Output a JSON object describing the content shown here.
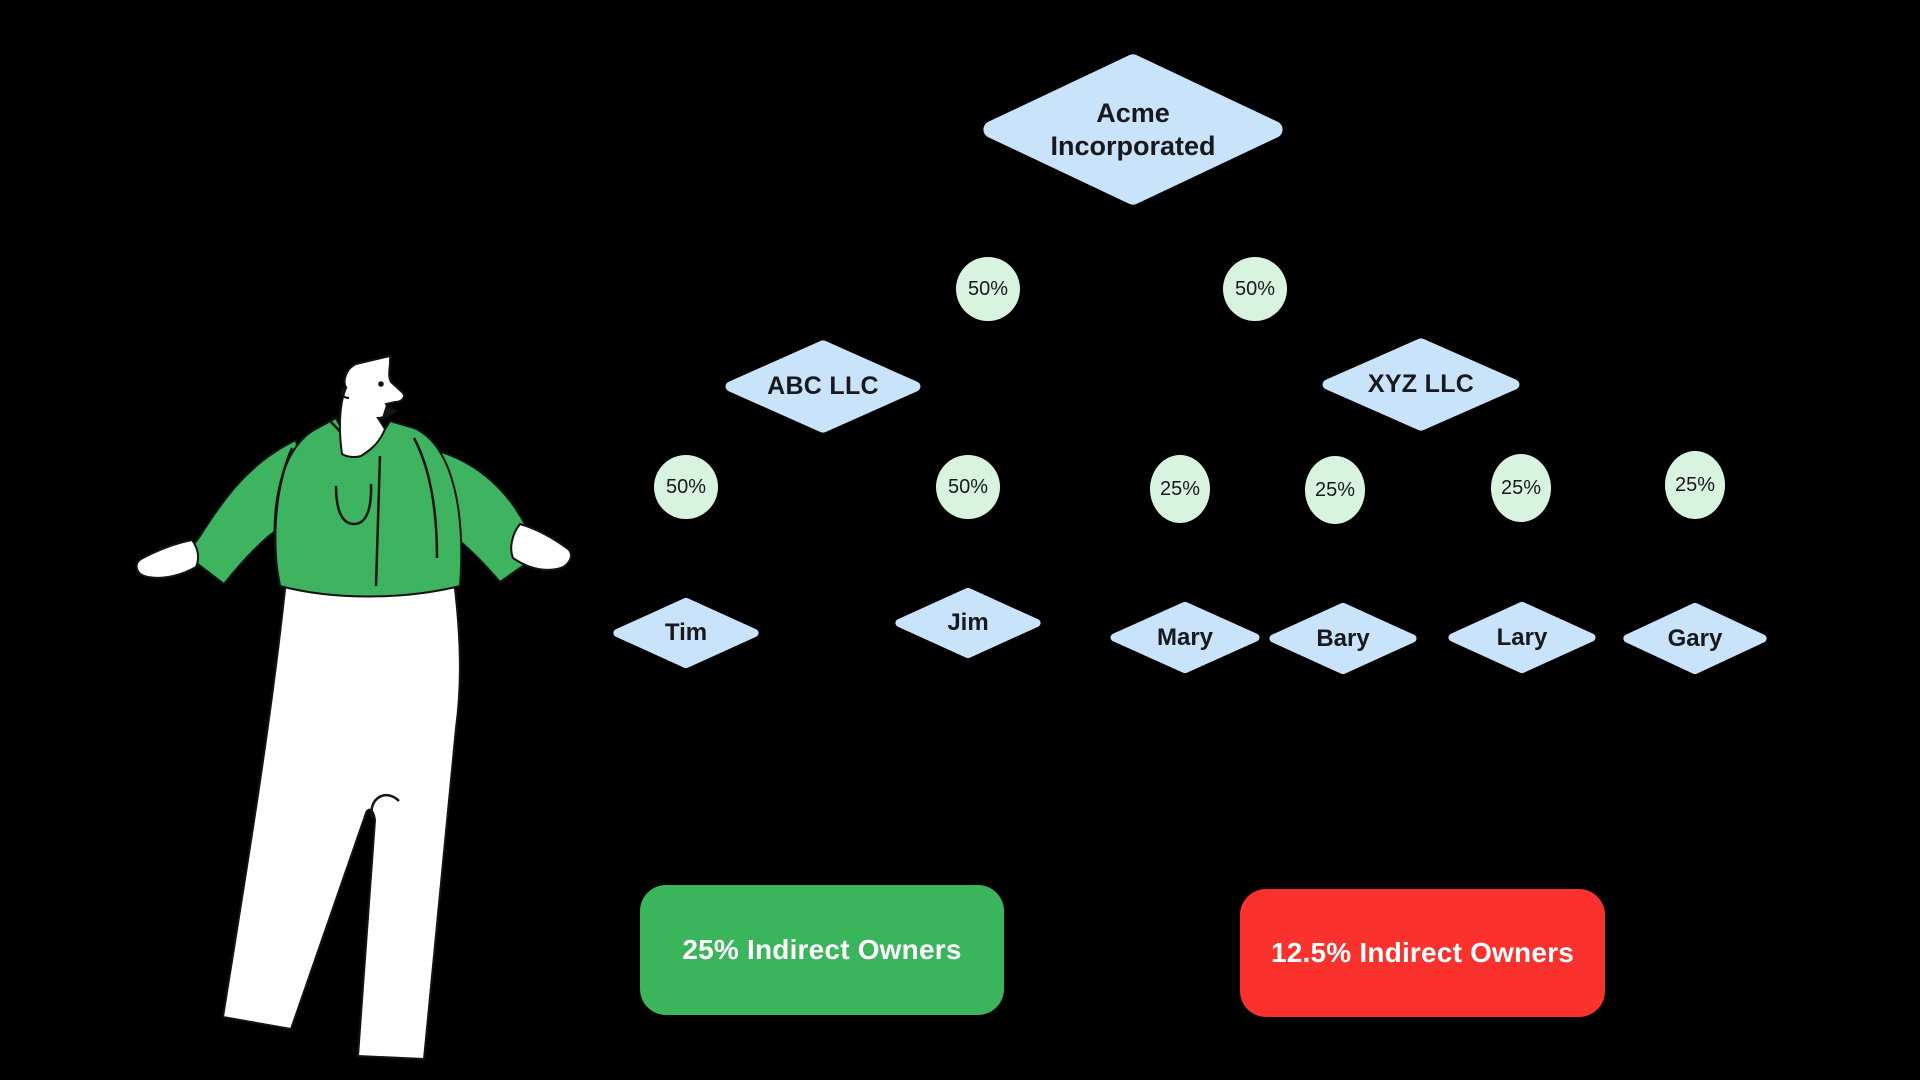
{
  "diagram": {
    "company": {
      "label": "Acme Incorporated"
    },
    "subsidiaries": [
      {
        "label": "ABC LLC"
      },
      {
        "label": "XYZ LLC"
      }
    ],
    "owners": [
      {
        "label": "Tim"
      },
      {
        "label": "Jim"
      },
      {
        "label": "Mary"
      },
      {
        "label": "Bary"
      },
      {
        "label": "Lary"
      },
      {
        "label": "Gary"
      }
    ],
    "ownership_percentages": {
      "acme_to_abc": "50%",
      "acme_to_xyz": "50%",
      "abc_to_tim": "50%",
      "abc_to_jim": "50%",
      "xyz_to_mary": "25%",
      "xyz_to_bary": "25%",
      "xyz_to_lary": "25%",
      "xyz_to_gary": "25%"
    }
  },
  "legend": {
    "green_badge": "25% Indirect Owners",
    "red_badge": "12.5% Indirect Owners"
  },
  "illustration": {
    "name": "shrugging-person"
  },
  "colors": {
    "background": "#000000",
    "node_fill": "#C9E3FA",
    "node_text": "#17191C",
    "percent_fill": "#D9F4DE",
    "badge_green": "#3AB55C",
    "badge_red": "#FB312D",
    "badge_text": "#FFFFFF",
    "shirt_green": "#3EB360"
  }
}
